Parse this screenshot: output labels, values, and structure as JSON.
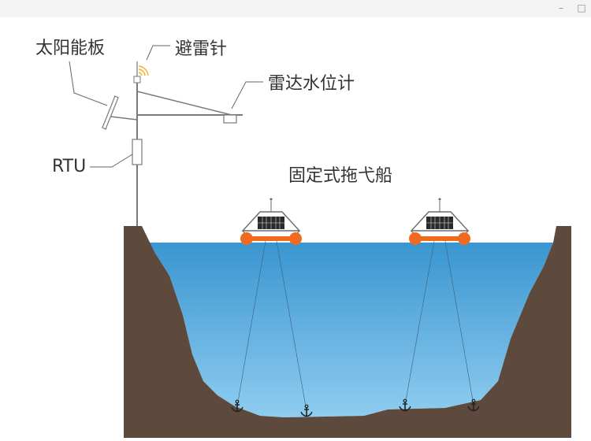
{
  "window": {
    "minimize_glyph": "–",
    "maximize_glyph": "□"
  },
  "labels": {
    "solar_panel": "太阳能板",
    "lightning_rod": "避雷针",
    "radar_level_gauge": "雷达水位计",
    "rtu": "RTU",
    "fixed_tow_boat": "固定式拖弋船"
  },
  "colors": {
    "water_top": "#3a95d0",
    "water_bottom": "#7cc3ec",
    "ground": "#5e4a3c",
    "float": "#f06a1f",
    "line": "#555555"
  },
  "icons": {
    "anchor": "anchor-icon",
    "signal": "wifi-signal-icon"
  }
}
